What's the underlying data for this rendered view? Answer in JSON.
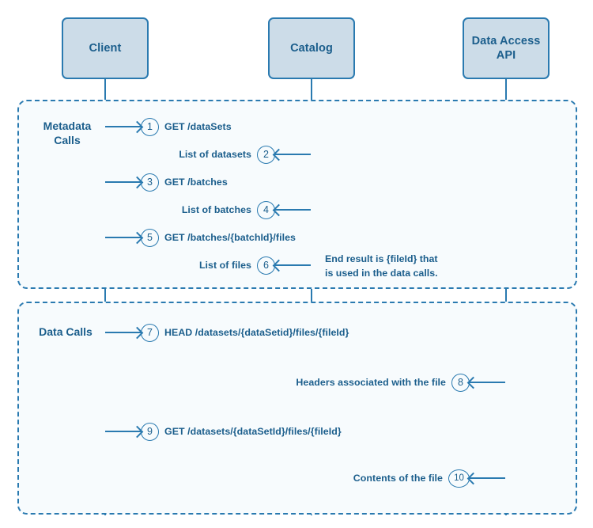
{
  "diagram": {
    "title": "Data Access API Sequence Diagram",
    "colors": {
      "line": "#2a7ab0",
      "text": "#1b5e8c",
      "participant_fill": "#ccdce8",
      "group_fill": "#f7fbfd",
      "page_background": "#ffffff"
    },
    "participants": [
      {
        "id": "client",
        "label": "Client"
      },
      {
        "id": "catalog",
        "label": "Catalog"
      },
      {
        "id": "data-access-api",
        "label": "Data Access\nAPI"
      }
    ],
    "groups": [
      {
        "id": "metadata-calls",
        "label": "Metadata\nCalls",
        "messages": [
          {
            "num": "1",
            "label": "GET /dataSets",
            "direction": "request",
            "from": "client",
            "to": "catalog"
          },
          {
            "num": "2",
            "label": "List of datasets",
            "direction": "response",
            "from": "catalog",
            "to": "client"
          },
          {
            "num": "3",
            "label": "GET /batches",
            "direction": "request",
            "from": "client",
            "to": "catalog"
          },
          {
            "num": "4",
            "label": "List of batches",
            "direction": "response",
            "from": "catalog",
            "to": "client"
          },
          {
            "num": "5",
            "label": "GET /batches/{batchId}/files",
            "direction": "request",
            "from": "client",
            "to": "catalog"
          },
          {
            "num": "6",
            "label": "List of files",
            "direction": "response",
            "from": "catalog",
            "to": "client"
          }
        ],
        "note": "End result is {fileId} that\nis used in the data calls."
      },
      {
        "id": "data-calls",
        "label": "Data Calls",
        "messages": [
          {
            "num": "7",
            "label": "HEAD /datasets/{dataSetid}/files/{fileId}",
            "direction": "request",
            "from": "client",
            "to": "data-access-api"
          },
          {
            "num": "8",
            "label": "Headers associated with the file",
            "direction": "response",
            "from": "data-access-api",
            "to": "client"
          },
          {
            "num": "9",
            "label": "GET /datasets/{dataSetId}/files/{fileId}",
            "direction": "request",
            "from": "client",
            "to": "data-access-api"
          },
          {
            "num": "10",
            "label": "Contents of the file",
            "direction": "response",
            "from": "data-access-api",
            "to": "client"
          }
        ]
      }
    ]
  }
}
